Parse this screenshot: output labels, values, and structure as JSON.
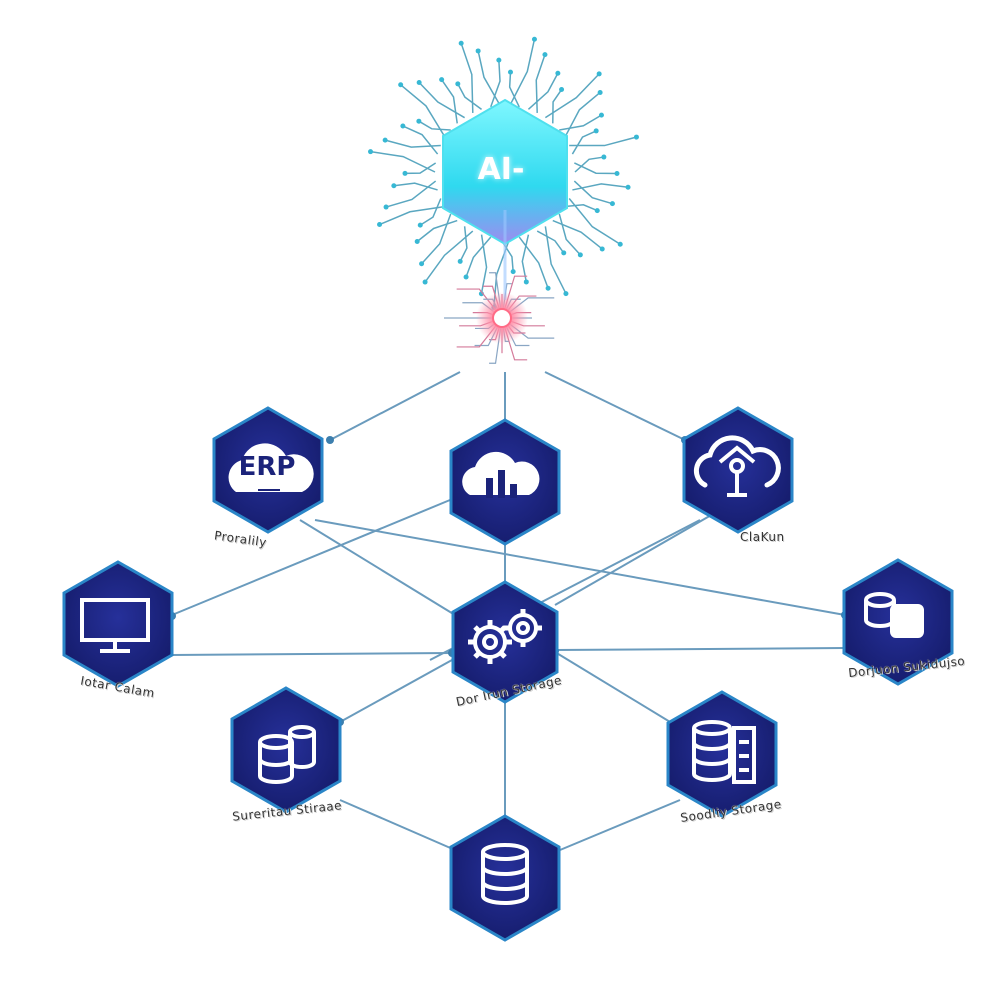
{
  "ai_core": {
    "label": "AI-"
  },
  "nodes": {
    "erp": {
      "badge": "ERP",
      "label": "Proralily"
    },
    "cloud_analytics": {
      "label": ""
    },
    "cloud_key": {
      "label": "ClaKun"
    },
    "monitor": {
      "label": "Iotar Calam"
    },
    "central": {
      "label": "Dor Irun Storage"
    },
    "database_sync": {
      "label": "Dorjuon Sukidujso"
    },
    "server_left": {
      "label": "Sureritau Stiraae"
    },
    "server_right": {
      "label": "Soodliy Storage"
    },
    "database_bottom": {
      "label": ""
    }
  },
  "colors": {
    "node_fill": "#1b237a",
    "node_border": "#2a86c8",
    "edge": "#5b8fb0",
    "ai_cyan": "#39e3f2",
    "ai_glow_red": "#ff4b6b"
  }
}
